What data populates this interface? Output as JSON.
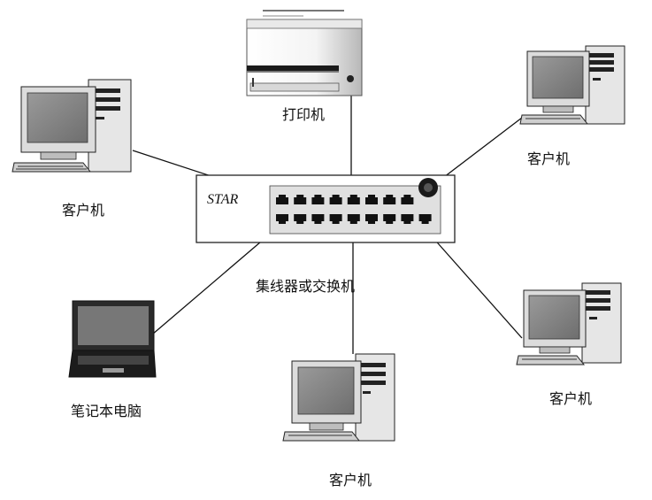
{
  "labels": {
    "printer": "打印机",
    "client_top_left": "客户机",
    "client_top_right": "客户机",
    "switch": "集线器或交换机",
    "laptop": "笔记本电脑",
    "client_right": "客户机",
    "client_bottom": "客户机"
  },
  "switch_brand": "STAR",
  "icons": {
    "printer": "printer-icon",
    "desktop": "desktop-computer-icon",
    "laptop": "laptop-icon",
    "switch": "network-switch-icon"
  }
}
